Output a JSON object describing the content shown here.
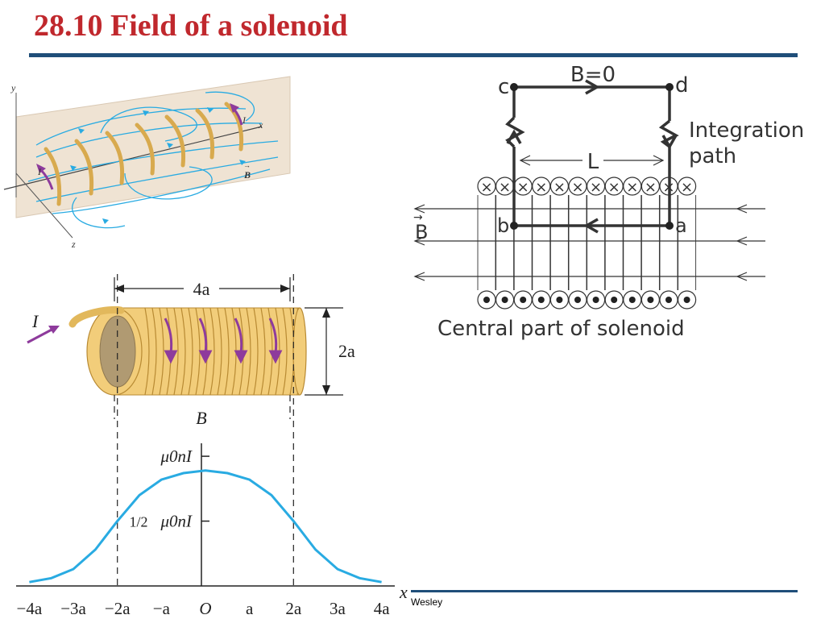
{
  "slide": {
    "title": "28.10 Field of a solenoid",
    "footer": "Wesley"
  },
  "figure_3d": {
    "axis_y": "y",
    "axis_x": "x",
    "axis_z": "z",
    "current_label_front": "I",
    "current_label_back": "I",
    "field_label": "B",
    "field_vector_glyph": "→"
  },
  "figure_coil": {
    "length_label": "4a",
    "diameter_label": "2a",
    "current_label": "I"
  },
  "chart_data": {
    "type": "line",
    "ylabel": "B",
    "xlabel": "x",
    "x_ticks": [
      {
        "value": -4,
        "label": "−4a"
      },
      {
        "value": -3,
        "label": "−3a"
      },
      {
        "value": -2,
        "label": "−2a"
      },
      {
        "value": -1,
        "label": "−a"
      },
      {
        "value": 0,
        "label": "O"
      },
      {
        "value": 1,
        "label": "a"
      },
      {
        "value": 2,
        "label": "2a"
      },
      {
        "value": 3,
        "label": "3a"
      },
      {
        "value": 4,
        "label": "4a"
      }
    ],
    "y_ticks": [
      {
        "value": 1.0,
        "label_prefix": "",
        "label": "μ0nI"
      },
      {
        "value": 0.5,
        "label_prefix": "1/2",
        "label": "μ0nI"
      }
    ],
    "xlim": [
      -4.3,
      4.3
    ],
    "ylim": [
      0,
      1.1
    ],
    "curve_color": "#29abe2",
    "series": [
      {
        "x": [
          -4.0,
          -3.5,
          -3.0,
          -2.5,
          -2.0,
          -1.5,
          -1.0,
          -0.5,
          0,
          0.5,
          1.0,
          1.5,
          2.0,
          2.5,
          3.0,
          3.5,
          4.0
        ],
        "values": [
          0.03,
          0.06,
          0.13,
          0.28,
          0.5,
          0.7,
          0.82,
          0.87,
          0.89,
          0.87,
          0.82,
          0.7,
          0.5,
          0.28,
          0.13,
          0.06,
          0.03
        ]
      }
    ]
  },
  "figure_amperian": {
    "field_top_label": "B=0",
    "corner_c": "c",
    "corner_d": "d",
    "corner_a": "a",
    "corner_b": "b",
    "length_label": "L",
    "integration_line1": "Integration",
    "integration_line2": "path",
    "field_label": "B",
    "caption": "Central part of solenoid",
    "wire_cross_glyph": "×",
    "wire_dot_glyph": "•"
  },
  "colors": {
    "title": "#c0282d",
    "rule": "#1f4e79",
    "field_line": "#29abe2",
    "coil_gold": "#e9c46a",
    "current_arrow": "#8e3b9c"
  }
}
